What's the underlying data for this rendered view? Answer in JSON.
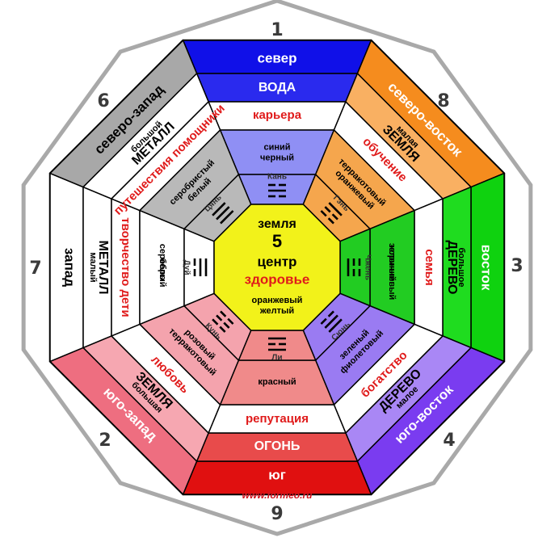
{
  "center": {
    "earth": "земля",
    "number": "5",
    "title": "центр",
    "life": "здоровье",
    "colors": [
      "оранжевый",
      "желтый"
    ]
  },
  "sectors": [
    {
      "id": "north",
      "number": "1",
      "outer_color": "#1010e8",
      "band_color": "#2a2aee",
      "mid_color": "#ffffff",
      "inner_color": "#8f8ff4",
      "direction": "север",
      "element_prefix": "",
      "element": "ВОДА",
      "life": "карьера",
      "colors": [
        "синий",
        "черный"
      ],
      "trigram": "Кань",
      "lines": [
        [
          1,
          1
        ],
        [
          0
        ],
        [
          1,
          1
        ]
      ]
    },
    {
      "id": "northeast",
      "number": "8",
      "outer_color": "#f58c1e",
      "band_color": "#f9b062",
      "mid_color": "#ffffff",
      "inner_color": "#f5a64d",
      "direction": "северо-восток",
      "element_prefix": "малая",
      "element": "ЗЕМЛЯ",
      "life": "обучение",
      "colors": [
        "терракотовый",
        "оранжевый"
      ],
      "trigram": "Гэнь",
      "lines": [
        [
          0
        ],
        [
          1,
          1
        ],
        [
          1,
          1
        ]
      ]
    },
    {
      "id": "east",
      "number": "3",
      "outer_color": "#0fd20f",
      "band_color": "#1fdc1f",
      "mid_color": "#ffffff",
      "inner_color": "#22cc22",
      "direction": "восток",
      "element_prefix": "большое",
      "element": "ДЕРЕВО",
      "life": "семья",
      "colors": [
        "зеленый",
        "коричневый"
      ],
      "trigram": "Чжень",
      "lines": [
        [
          1,
          1
        ],
        [
          1,
          1
        ],
        [
          0
        ]
      ]
    },
    {
      "id": "southeast",
      "number": "4",
      "outer_color": "#7a3cf0",
      "band_color": "#a987f5",
      "mid_color": "#ffffff",
      "inner_color": "#9a7bf2",
      "direction": "юго-восток",
      "element_prefix": "малое",
      "element": "ДЕРЕВО",
      "life": "богатство",
      "colors": [
        "зеленый",
        "фиолетовый"
      ],
      "trigram": "Сюнь",
      "lines": [
        [
          0
        ],
        [
          0
        ],
        [
          1,
          1
        ]
      ]
    },
    {
      "id": "south",
      "number": "9",
      "outer_color": "#e01010",
      "band_color": "#e84b4b",
      "mid_color": "#ffffff",
      "inner_color": "#f08a8a",
      "direction": "юг",
      "element_prefix": "",
      "element": "ОГОНЬ",
      "life": "репутация",
      "colors": [
        "красный"
      ],
      "trigram": "Ли",
      "lines": [
        [
          0
        ],
        [
          1,
          1
        ],
        [
          0
        ]
      ]
    },
    {
      "id": "southwest",
      "number": "2",
      "outer_color": "#ee6e80",
      "band_color": "#f6a7b1",
      "mid_color": "#ffffff",
      "inner_color": "#f4a3ad",
      "direction": "юго-запад",
      "element_prefix": "большая",
      "element": "ЗЕМЛЯ",
      "life": "любовь",
      "colors": [
        "розовый",
        "терракотовый"
      ],
      "trigram": "Кунь",
      "lines": [
        [
          1,
          1
        ],
        [
          1,
          1
        ],
        [
          1,
          1
        ]
      ]
    },
    {
      "id": "west",
      "number": "7",
      "outer_color": "#ffffff",
      "band_color": "#ffffff",
      "mid_color": "#ffffff",
      "inner_color": "#ffffff",
      "direction": "запад",
      "element_prefix": "малый",
      "element": "МЕТАЛЛ",
      "life": "творчество дети",
      "colors": [
        "серебро",
        "белый"
      ],
      "trigram": "Дуй",
      "lines": [
        [
          1,
          1
        ],
        [
          0
        ],
        [
          0
        ]
      ]
    },
    {
      "id": "northwest",
      "number": "6",
      "outer_color": "#a8a8a8",
      "band_color": "#ffffff",
      "mid_color": "#ffffff",
      "inner_color": "#b9b9b9",
      "direction": "северо-запад",
      "element_prefix": "большой",
      "element": "МЕТАЛЛ",
      "life": "путешествия помощники",
      "colors": [
        "серобристый",
        "белый"
      ],
      "trigram": "Цянь",
      "lines": [
        [
          0
        ],
        [
          0
        ],
        [
          0
        ]
      ]
    }
  ],
  "footer": {
    "url": "www.formeo.ru"
  }
}
